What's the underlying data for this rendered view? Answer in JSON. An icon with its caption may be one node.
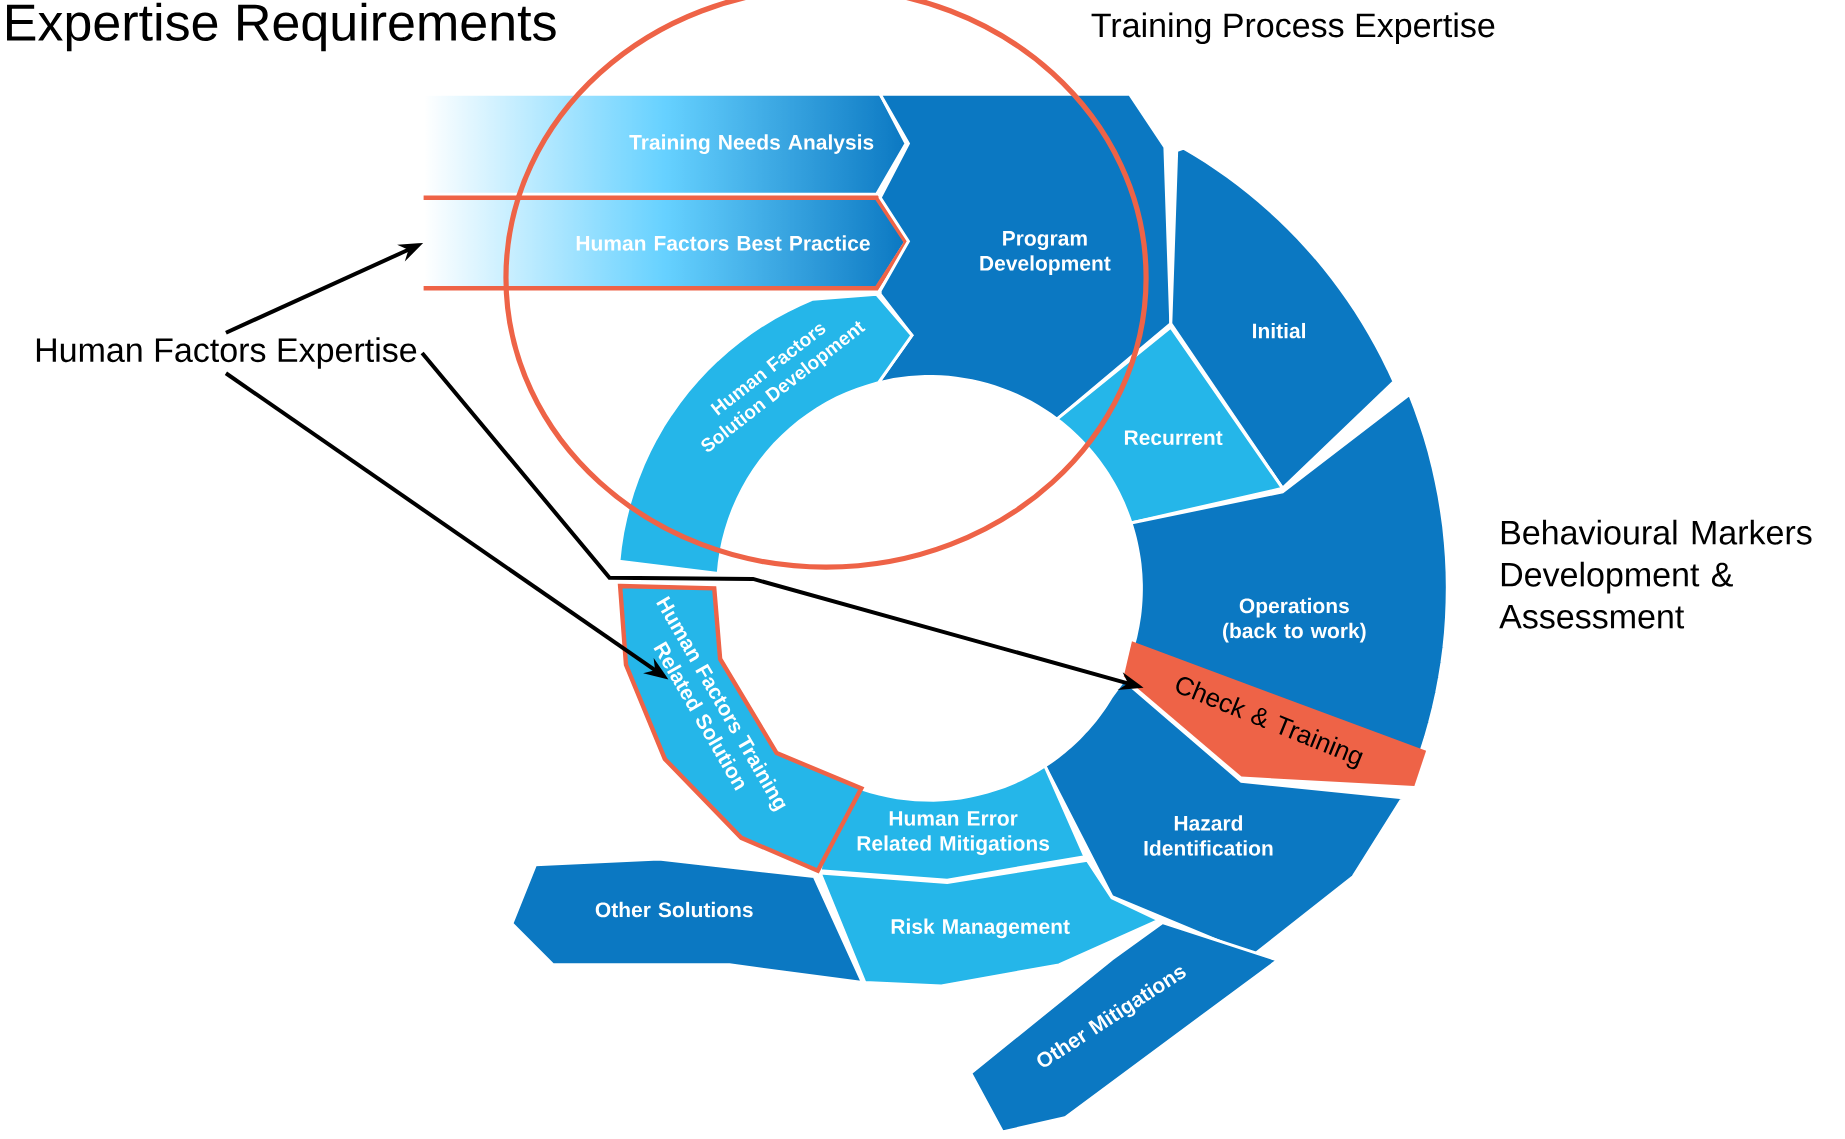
{
  "diagram": {
    "title": "Expertise Requirements",
    "nodes": [
      {
        "text": [
          "Training Needs Analysis"
        ]
      },
      {
        "text": [
          "Human Factors Best Practice"
        ]
      },
      {
        "text": [
          "Program Development"
        ]
      },
      {
        "text": [
          "Initial"
        ]
      },
      {
        "text": [
          "Recurrent"
        ]
      },
      {
        "text": [
          "Operations (back to work)"
        ]
      },
      {
        "text": [
          "Check & Training"
        ]
      },
      {
        "text": [
          "Hazard Identification"
        ]
      },
      {
        "text": [
          "Human Error Related Mitigations"
        ]
      },
      {
        "text": [
          "Risk Management"
        ]
      },
      {
        "text": [
          "Other Mitigations"
        ]
      },
      {
        "text": [
          "Other Solutions"
        ]
      },
      {
        "text": [
          "Human Factors Training Related Solution"
        ]
      },
      {
        "text": [
          "Human Factors Solution Development"
        ]
      },
      {
        "text": [
          "Human Factors Expertise"
        ]
      }
    ],
    "edges": [
      {
        "from": 14,
        "to": 1,
        "arrow": "to"
      },
      {
        "from": 14,
        "to": 12,
        "arrow": "to"
      },
      {
        "from": 14,
        "to": 6,
        "arrow": "to"
      }
    ],
    "labels": [
      "Training Process Expertise",
      "Behavioural Markers Development & Assessment"
    ]
  }
}
